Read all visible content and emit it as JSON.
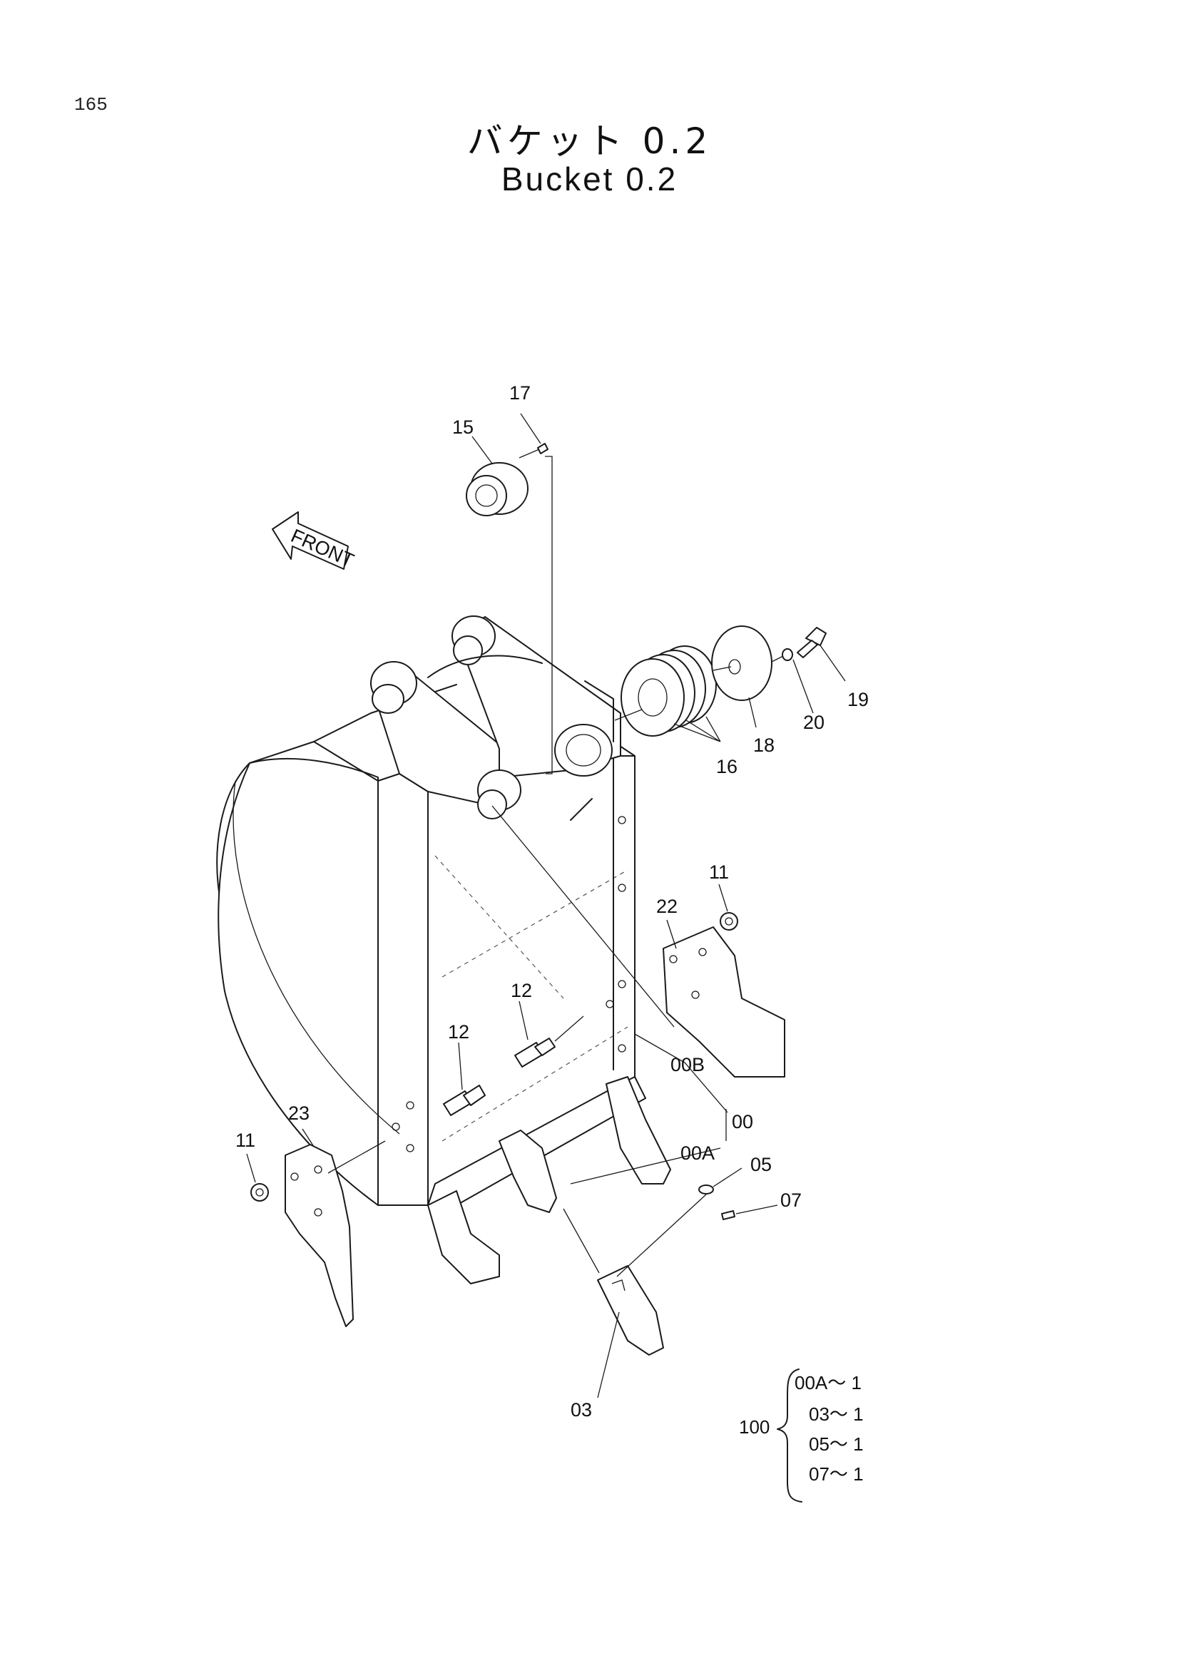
{
  "page": {
    "number": "165"
  },
  "title": {
    "jp": "バケット 0.2",
    "en": "Bucket 0.2"
  },
  "front_label": "FRONT",
  "callouts": {
    "c17": "17",
    "c15": "15",
    "c19": "19",
    "c20": "20",
    "c18": "18",
    "c16": "16",
    "c11_right": "11",
    "c22": "22",
    "c12_upper": "12",
    "c12_lower": "12",
    "c00B": "00B",
    "c00": "00",
    "c00A": "00A",
    "c05": "05",
    "c07": "07",
    "c23": "23",
    "c11_left": "11",
    "c03": "03"
  },
  "assembly": {
    "code": "100",
    "items": [
      "00A〜 1",
      "03〜 1",
      "05〜 1",
      "07〜 1"
    ]
  }
}
